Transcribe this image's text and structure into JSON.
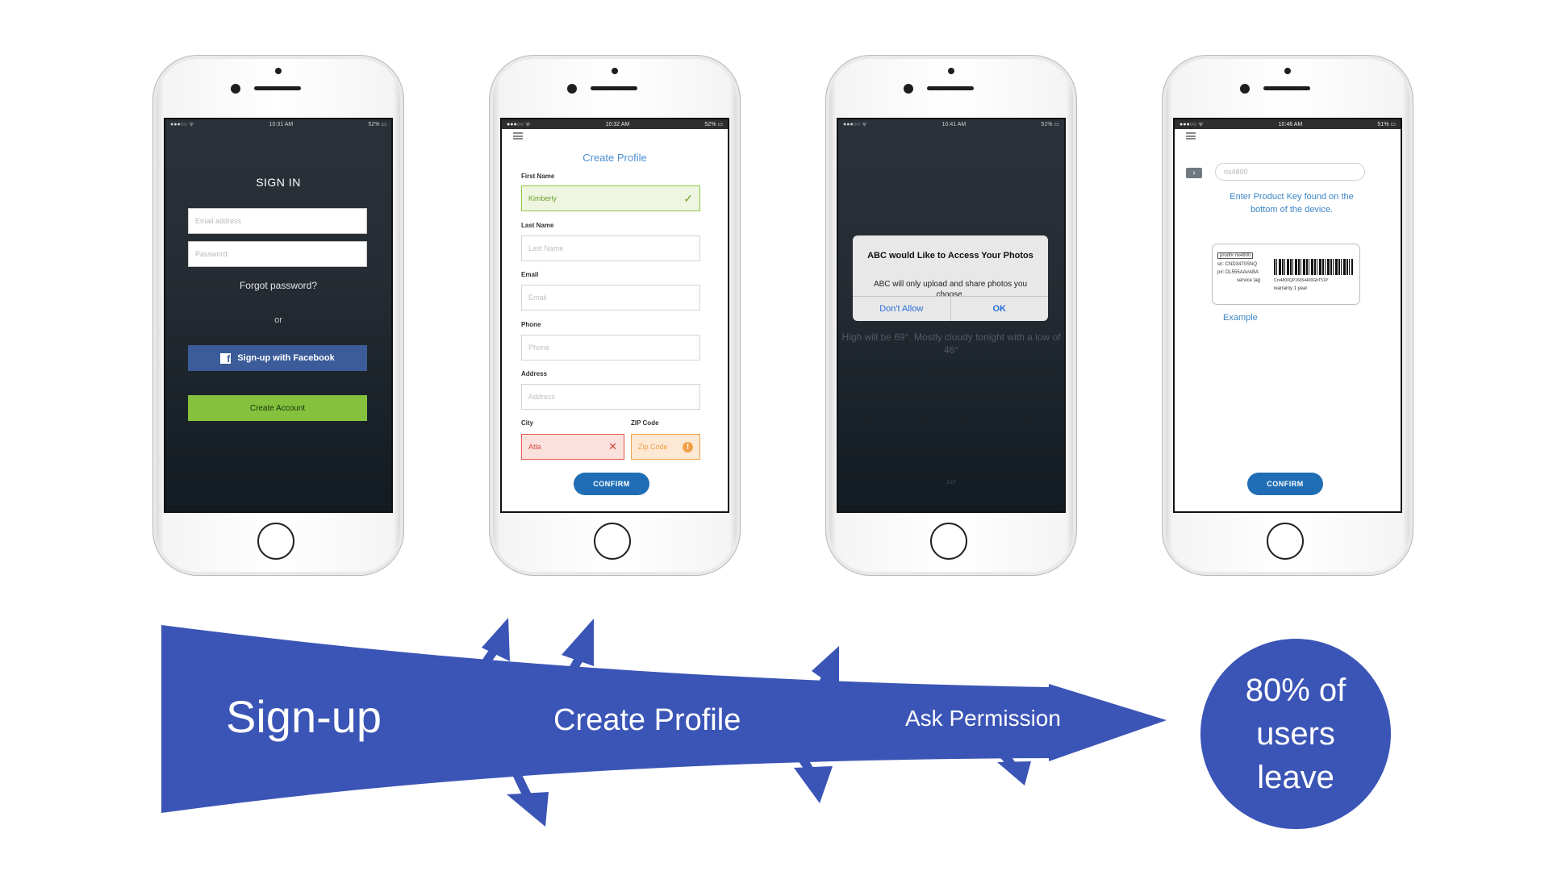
{
  "screens": {
    "signin": {
      "status_time": "10:31 AM",
      "status_battery": "52%",
      "title": "SIGN IN",
      "email_placeholder": "Email address",
      "password_placeholder": "Password",
      "forgot": "Forgot password?",
      "or": "or",
      "facebook_label": "Sign-up with Facebook",
      "create_account_label": "Create Account"
    },
    "profile": {
      "status_time": "10:32 AM",
      "status_battery": "52%",
      "title": "Create Profile",
      "fields": [
        {
          "label": "First Name",
          "value": "Kimberly"
        },
        {
          "label": "Last Name",
          "placeholder": "Last Name"
        },
        {
          "label": "Email",
          "placeholder": "Email"
        },
        {
          "label": "Phone",
          "placeholder": "Phone"
        },
        {
          "label": "Address",
          "placeholder": "Address"
        },
        {
          "label": "City",
          "value": "Atla"
        },
        {
          "label": "ZIP Code",
          "placeholder": "Zip Code"
        }
      ],
      "confirm_label": "CONFIRM"
    },
    "permission": {
      "status_time": "10:41 AM",
      "status_battery": "51%",
      "dialog_title": "ABC would Like to Access Your Photos",
      "dialog_message": "ABC will only upload and share photos you choose.",
      "deny_label": "Don't Allow",
      "ok_label": "OK",
      "background_text": "High will be 69°. Mostly cloudy tonight with a low of 46°",
      "page_indicator": "2/17"
    },
    "product_key": {
      "status_time": "10:46 AM",
      "status_battery": "51%",
      "input_placeholder": "nx4800",
      "help_text": "Enter Product Key found on the bottom of the device.",
      "label_lines": [
        "prodt# nx4800",
        "sn: CND3470SNQ",
        "p#: DL555AA#ABA",
        "service tag",
        "warranty 1 year",
        "Crx4800QP16054400GbT51P"
      ],
      "example_label": "Example",
      "confirm_label": "CONFIRM"
    }
  },
  "flow": {
    "stages": [
      "Sign-up",
      "Create Profile",
      "Ask Permission"
    ],
    "result": "80% of users leave",
    "color": "#3b55b6"
  }
}
